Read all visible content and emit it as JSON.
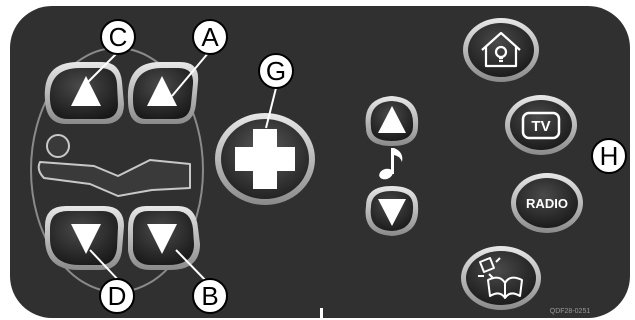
{
  "panel": {
    "callouts": {
      "a": "A",
      "b": "B",
      "c": "C",
      "d": "D",
      "g": "G",
      "h": "H"
    },
    "buttons": {
      "nurse_call": "nurse-call",
      "tv": "TV",
      "radio": "RADIO"
    },
    "figure_code": "QDF28-0251",
    "colors": {
      "panel": "#303030",
      "button_dark": "#1c1c1c",
      "button_rim": "#c8c8c8",
      "arrow": "#ffffff",
      "callout_fill": "#ffffff"
    }
  }
}
